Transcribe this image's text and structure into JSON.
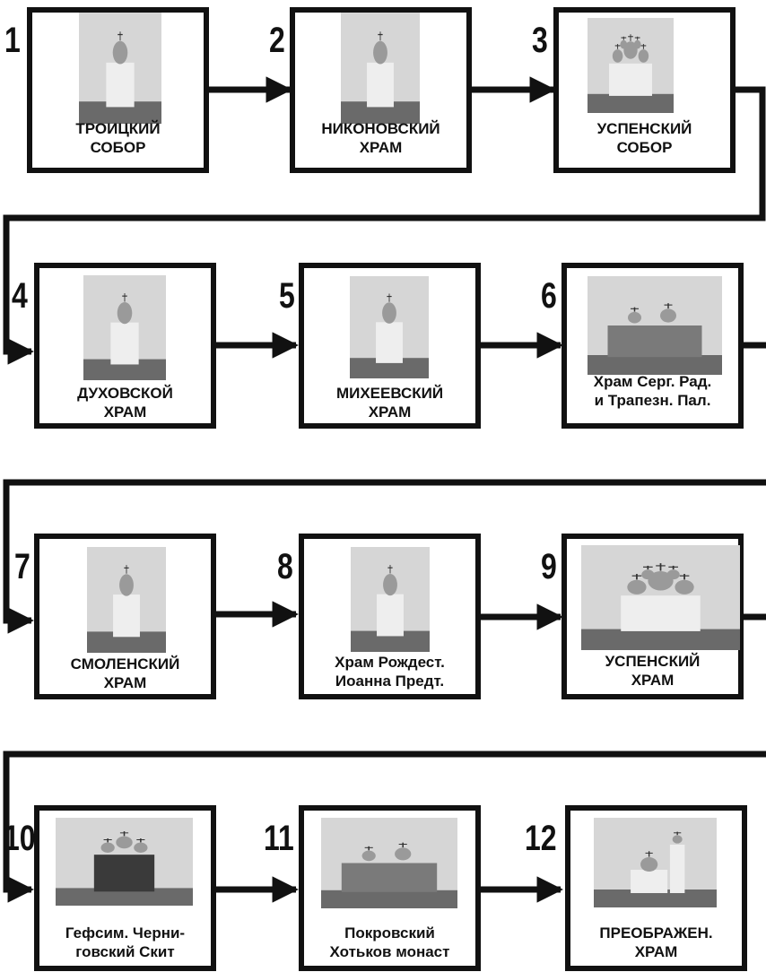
{
  "steps": [
    {
      "number": "1",
      "line1": "ТРОИЦКИЙ",
      "line2": "СОБОР",
      "photo": "cathedral-tall"
    },
    {
      "number": "2",
      "line1": "НИКОНОВСКИЙ",
      "line2": "ХРАМ",
      "photo": "chapel-trees"
    },
    {
      "number": "3",
      "line1": "УСПЕНСКИЙ",
      "line2": "СОБОР",
      "photo": "five-domes"
    },
    {
      "number": "4",
      "line1": "ДУХОВСКОЙ",
      "line2": "ХРАМ",
      "photo": "tower-church"
    },
    {
      "number": "5",
      "line1": "МИХЕЕВСКИЙ",
      "line2": "ХРАМ",
      "photo": "small-chapel"
    },
    {
      "number": "6",
      "line1": "Храм Серг. Рад.",
      "line2": "и Трапезн. Пал.",
      "photo": "long-hall"
    },
    {
      "number": "7",
      "line1": "СМОЛЕНСКИЙ",
      "line2": "ХРАМ",
      "photo": "round-church"
    },
    {
      "number": "8",
      "line1": "Храм Рождест.",
      "line2": "Иоанна Предт.",
      "photo": "gate-church"
    },
    {
      "number": "9",
      "line1": "УСПЕНСКИЙ",
      "line2": "ХРАМ",
      "photo": "wide-church"
    },
    {
      "number": "10",
      "line1": "Гефсим. Черни-",
      "line2": "говский Скит",
      "photo": "dark-monastery"
    },
    {
      "number": "11",
      "line1": "Покровский",
      "line2": "Хотьков монаст",
      "photo": "monastery-wall"
    },
    {
      "number": "12",
      "line1": "ПРЕОБРАЖЕН.",
      "line2": "ХРАМ",
      "photo": "bell-tower"
    }
  ],
  "colors": {
    "ink": "#111111",
    "photo_sky": "#d6d6d6",
    "photo_ground": "#6a6a6a"
  }
}
